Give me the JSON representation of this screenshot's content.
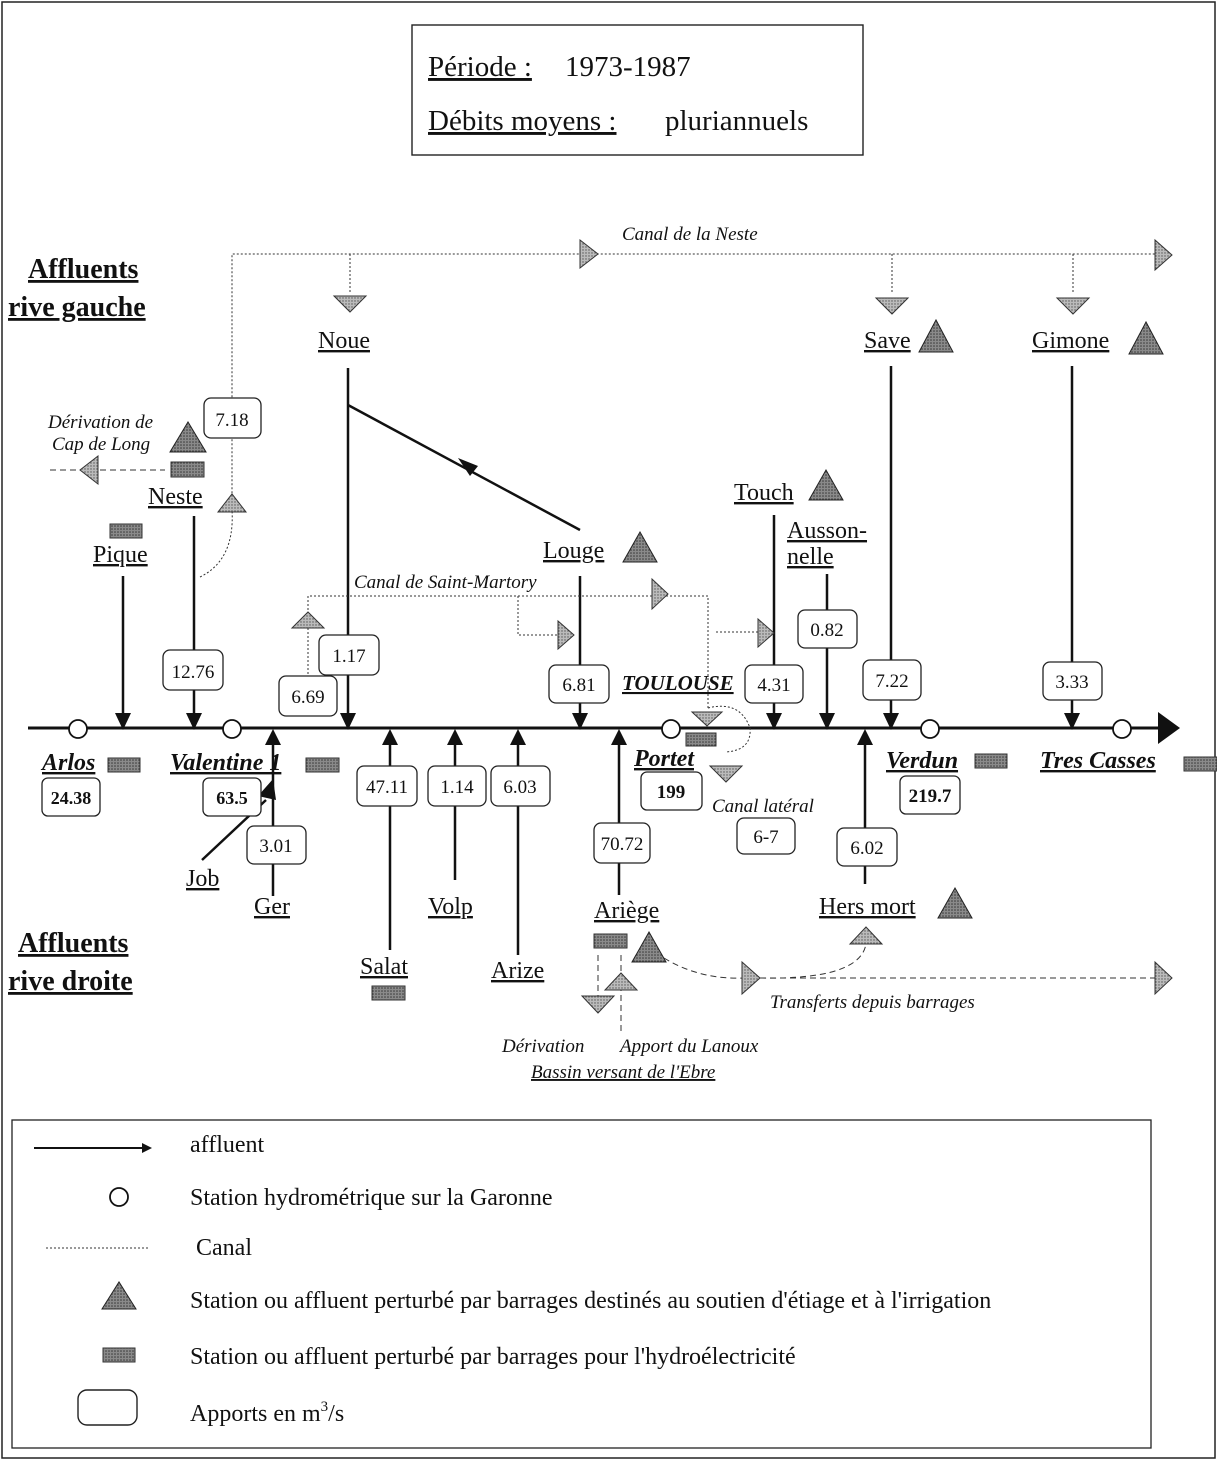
{
  "header": {
    "period_label": "Période :",
    "period_value": "1973-1987",
    "debits_label": "Débits moyens :",
    "debits_value": "pluriannuels"
  },
  "sections": {
    "left_bank": [
      "Affluents",
      "rive gauche"
    ],
    "right_bank": [
      "Affluents",
      "rive droite"
    ]
  },
  "stations": [
    {
      "id": "arlos",
      "name": "Arlos",
      "value": "24.38"
    },
    {
      "id": "valentine",
      "name": "Valentine 1",
      "value": "63.5"
    },
    {
      "id": "portet",
      "name": "Portet",
      "value": "199"
    },
    {
      "id": "toulouse",
      "name": "TOULOUSE",
      "value": ""
    },
    {
      "id": "verdun",
      "name": "Verdun",
      "value": "219.7"
    },
    {
      "id": "tres-casses",
      "name": "Tres Casses",
      "value": ""
    }
  ],
  "left_tributaries": [
    {
      "id": "pique",
      "name": "Pique",
      "value": ""
    },
    {
      "id": "neste",
      "name": "Neste",
      "value": "12.76"
    },
    {
      "id": "noue",
      "name": "Noue",
      "value": "1.17"
    },
    {
      "id": "louge",
      "name": "Louge",
      "value": "6.81"
    },
    {
      "id": "touch",
      "name": "Touch",
      "value": "4.31"
    },
    {
      "id": "aussonnelle",
      "name": [
        "Ausson-",
        "nelle"
      ],
      "value": "0.82"
    },
    {
      "id": "save",
      "name": "Save",
      "value": "7.22"
    },
    {
      "id": "gimone",
      "name": "Gimone",
      "value": "3.33"
    }
  ],
  "right_tributaries": [
    {
      "id": "job",
      "name": "Job",
      "value": ""
    },
    {
      "id": "ger",
      "name": "Ger",
      "value": "3.01"
    },
    {
      "id": "salat",
      "name": "Salat",
      "value": "47.11"
    },
    {
      "id": "volp",
      "name": "Volp",
      "value": "1.14"
    },
    {
      "id": "arize",
      "name": "Arize",
      "value": "6.03"
    },
    {
      "id": "ariege",
      "name": "Ariège",
      "value": "70.72"
    },
    {
      "id": "hers-mort",
      "name": "Hers mort",
      "value": "6.02"
    }
  ],
  "canals": {
    "neste": "Canal de la Neste",
    "saint_martory": "Canal de Saint-Martory",
    "lateral": "Canal latéral",
    "lateral_value": "6-7",
    "neste_derivation_value": "7.18",
    "saint_martory_value": "6.69"
  },
  "annotations": {
    "cap_de_long": [
      "Dérivation de",
      "Cap de Long"
    ],
    "transferts": "Transferts depuis barrages",
    "derivation": "Dérivation",
    "apport_lanoux": "Apport du Lanoux",
    "bassin_ebre": "Bassin versant de l'Ebre"
  },
  "legend": [
    {
      "symbol": "arrow-icon",
      "text": "affluent"
    },
    {
      "symbol": "circle-icon",
      "text": "Station hydrométrique sur la Garonne"
    },
    {
      "symbol": "dotted-line-icon",
      "text": "Canal"
    },
    {
      "symbol": "triangle-icon",
      "text": "Station ou affluent perturbé par barrages destinés au soutien d'étiage et à l'irrigation"
    },
    {
      "symbol": "rectangle-icon",
      "text": "Station ou affluent perturbé par barrages pour l'hydroélectricité"
    },
    {
      "symbol": "rounded-box-icon",
      "text": "Apports en m",
      "sup": "3",
      "suffix": "/s"
    }
  ],
  "colors": {
    "ink": "#111111",
    "symbol_fill": "#7a7a7a",
    "background": "#ffffff"
  }
}
